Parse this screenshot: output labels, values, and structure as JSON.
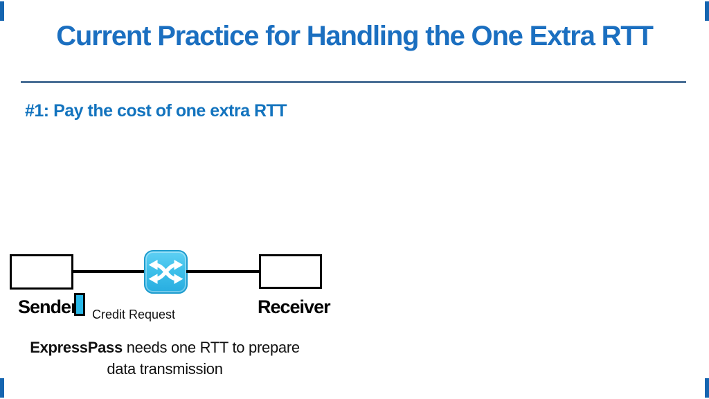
{
  "slide": {
    "title": "Current Practice for Handling the One Extra RTT",
    "heading": "#1: Pay the cost of one extra RTT",
    "diagram": {
      "sender_label": "Sender",
      "receiver_label": "Receiver",
      "credit_request_label": "Credit Request",
      "switch_icon": "network-switch-icon"
    },
    "note": {
      "bold": "ExpressPass",
      "rest": " needs one RTT to prepare",
      "line2": "data transmission"
    },
    "colors": {
      "title_blue": "#1b6fc0",
      "heading_blue": "#1273be",
      "separator_slate": "#4a6f96",
      "switch_fill": "#3fc0ea",
      "switch_border": "#1e9cce",
      "credit_fill": "#29b8e8",
      "line_black": "#000000"
    }
  }
}
